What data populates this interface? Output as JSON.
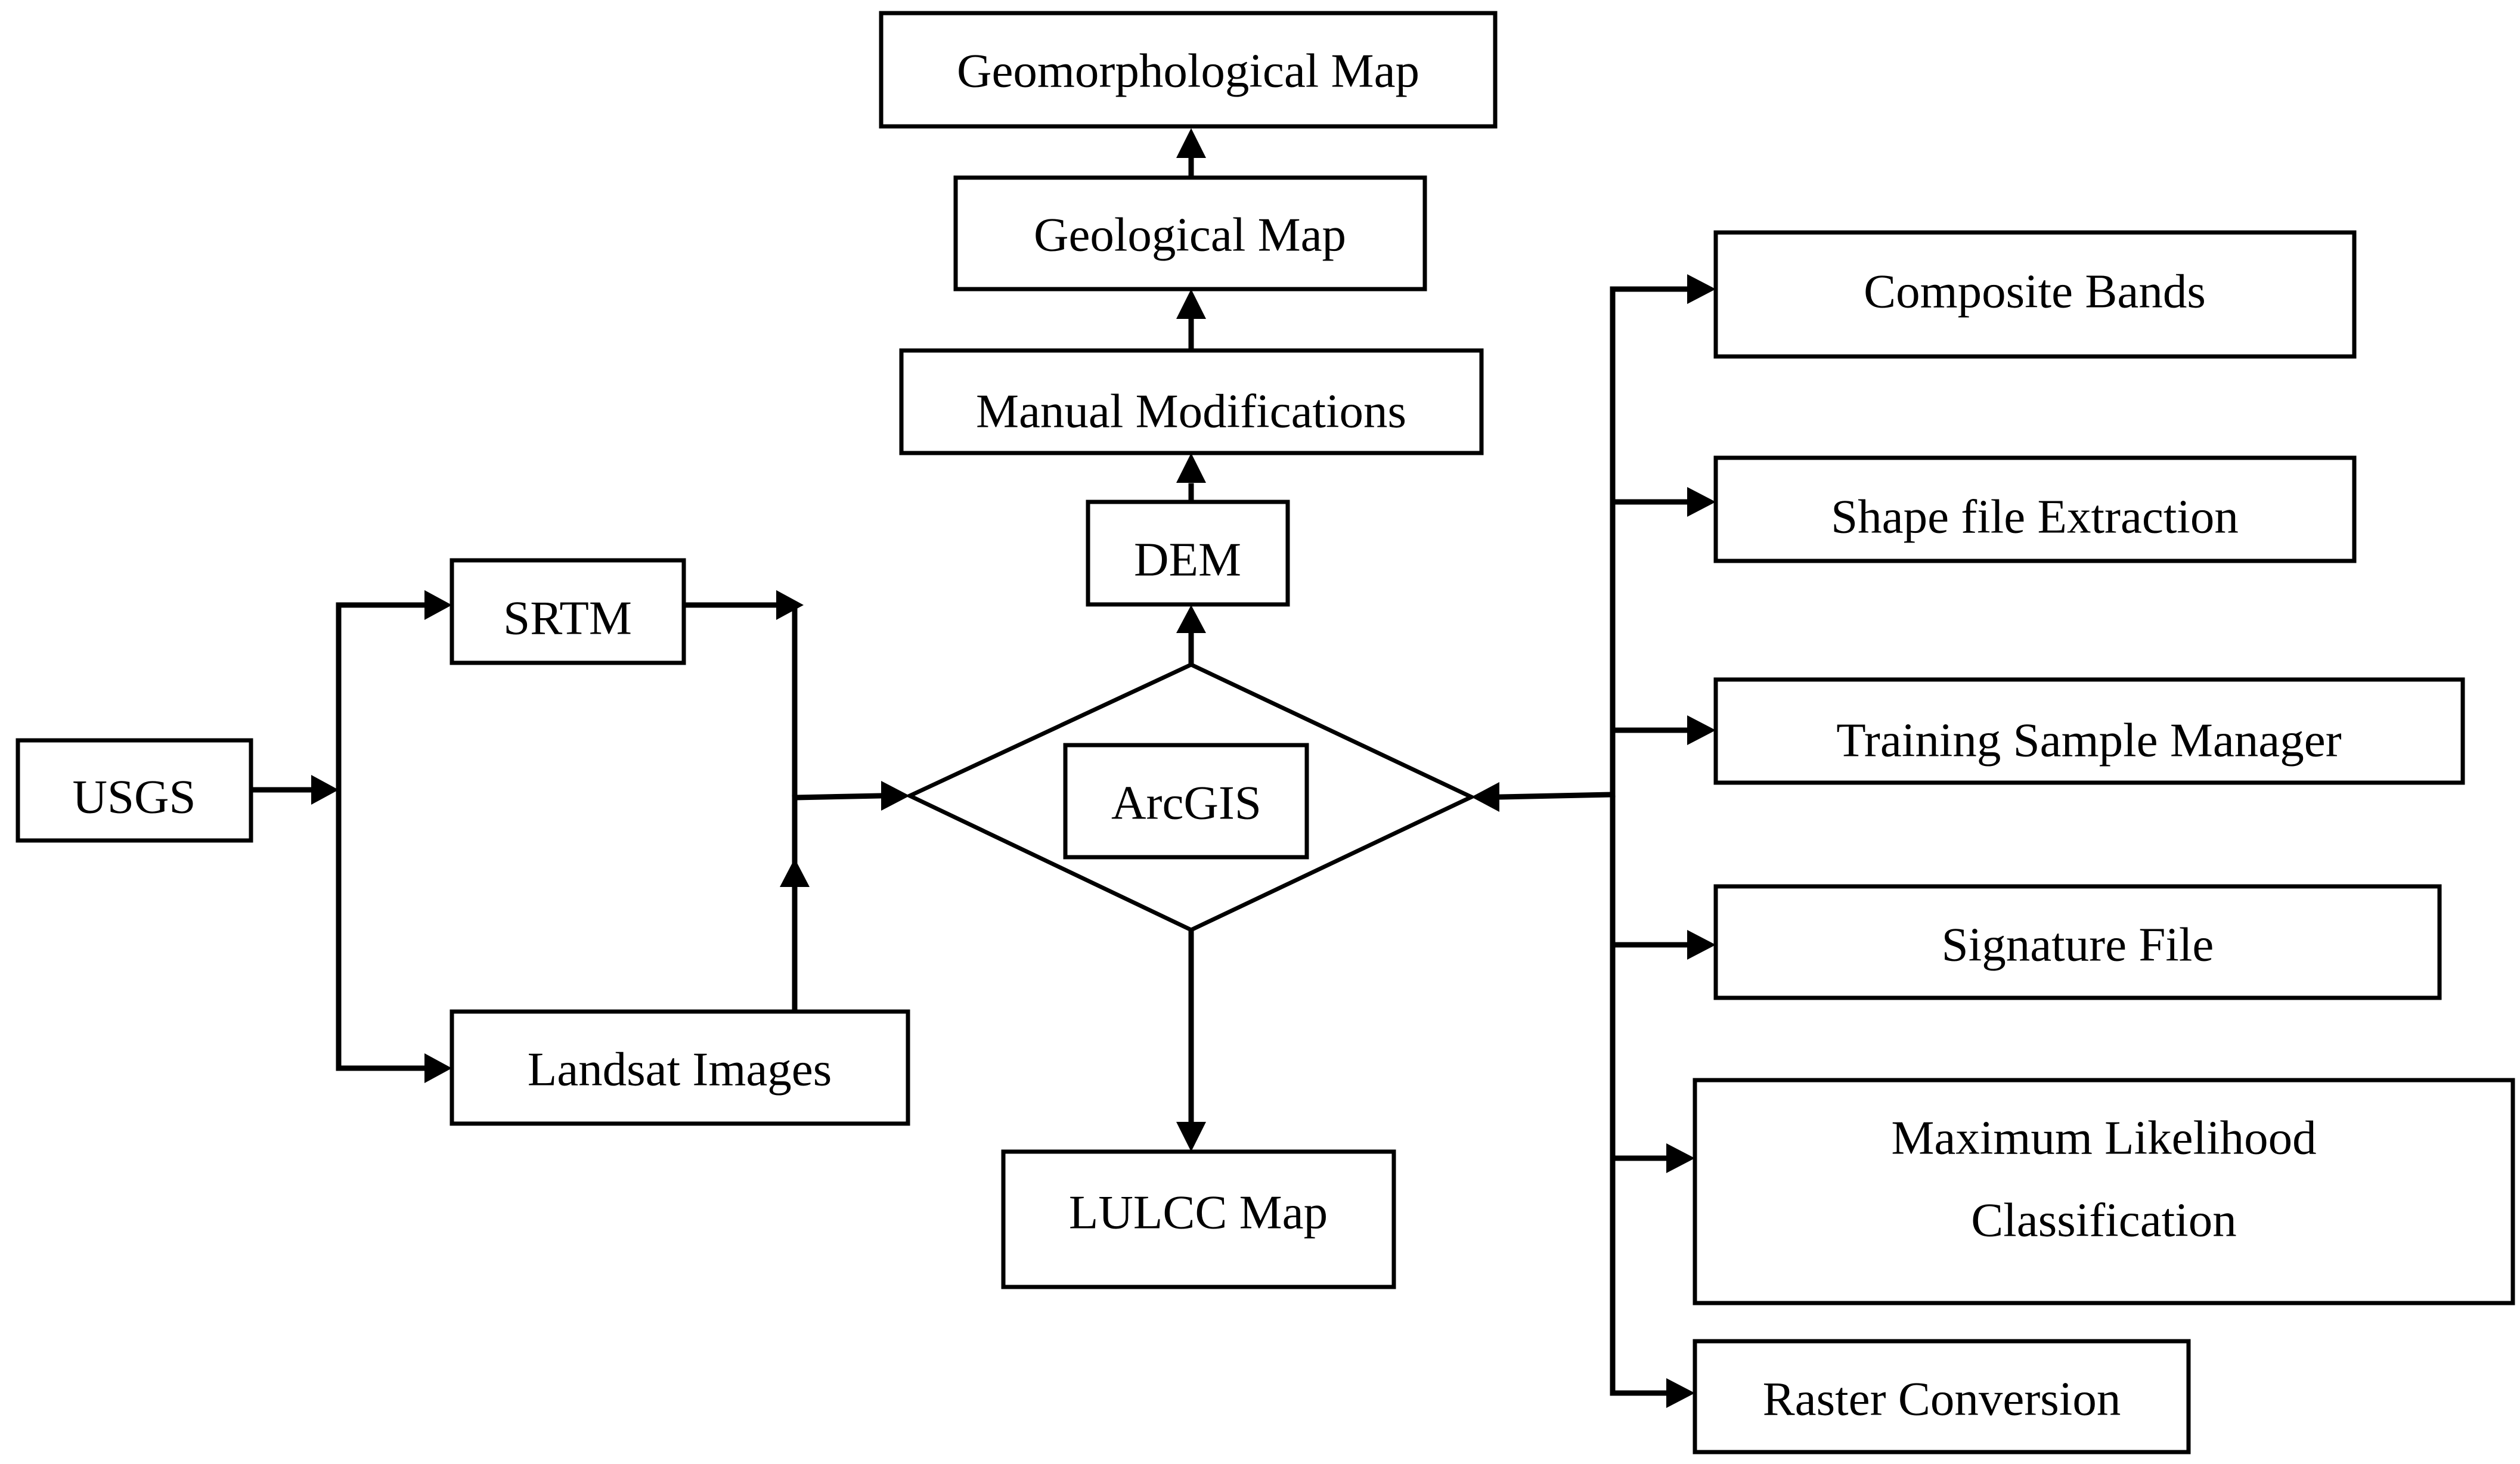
{
  "nodes": {
    "usgs": "USGS",
    "srtm": "SRTM",
    "landsat": "Landsat Images",
    "arcgis": "ArcGIS",
    "dem": "DEM",
    "manual": "Manual Modifications",
    "geological": "Geological Map",
    "geomorphological": "Geomorphological Map",
    "lulcc": "LULCC Map",
    "composite": "Composite Bands",
    "shapefile": "Shape file Extraction",
    "training": "Training Sample Manager",
    "signature": "Signature File",
    "mlc_line1": "Maximum Likelihood",
    "mlc_line2": "Classification",
    "raster": "Raster Conversion"
  },
  "colors": {
    "stroke": "#000000",
    "background": "#ffffff"
  }
}
